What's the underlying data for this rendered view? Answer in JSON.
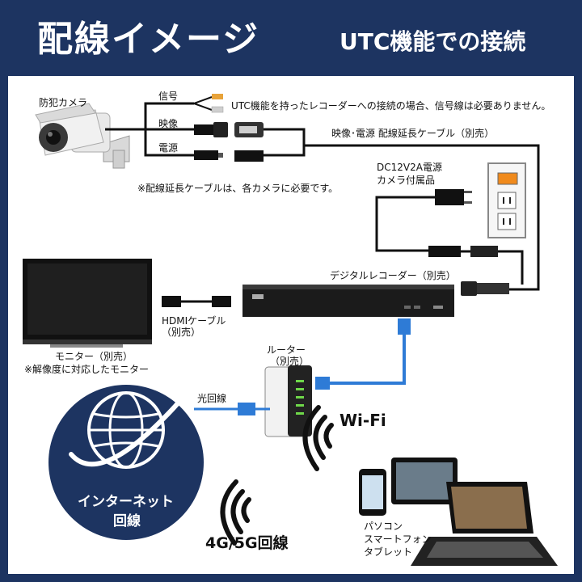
{
  "header": {
    "title": "配線イメージ",
    "subtitle": "UTC機能での接続"
  },
  "camera": {
    "label": "防犯カメラ",
    "cable_signal": "信号",
    "cable_video": "映像",
    "cable_power": "電源",
    "utc_note": "UTC機能を持ったレコーダーへの接続の場合、信号線は必要ありません。",
    "extension_note": "※配線延長ケーブルは、各カメラに必要です。"
  },
  "extension_cable": {
    "label": "映像･電源 配線延長ケーブル（別売）"
  },
  "power_adapter": {
    "line1": "DC12V2A電源",
    "line2": "カメラ付属品"
  },
  "recorder": {
    "label": "デジタルレコーダー（別売）"
  },
  "hdmi": {
    "line1": "HDMIケーブル",
    "line2": "（別売）"
  },
  "monitor": {
    "line1": "モニター（別売）",
    "line2": "※解像度に対応したモニター"
  },
  "router": {
    "line1": "ルーター",
    "line2": "（別売）"
  },
  "fiber": {
    "label": "光回線"
  },
  "internet": {
    "line1": "インターネット",
    "line2": "回線"
  },
  "wifi": {
    "label": "Wi-Fi"
  },
  "mobile": {
    "label": "4G/5G回線"
  },
  "devices": {
    "line1": "パソコン",
    "line2": "スマートフォン",
    "line3": "タブレット"
  },
  "colors": {
    "navy": "#1d3461",
    "lan_blue": "#2e7bd6",
    "cable_black": "#111111",
    "signal_orange": "#e8a33a"
  }
}
